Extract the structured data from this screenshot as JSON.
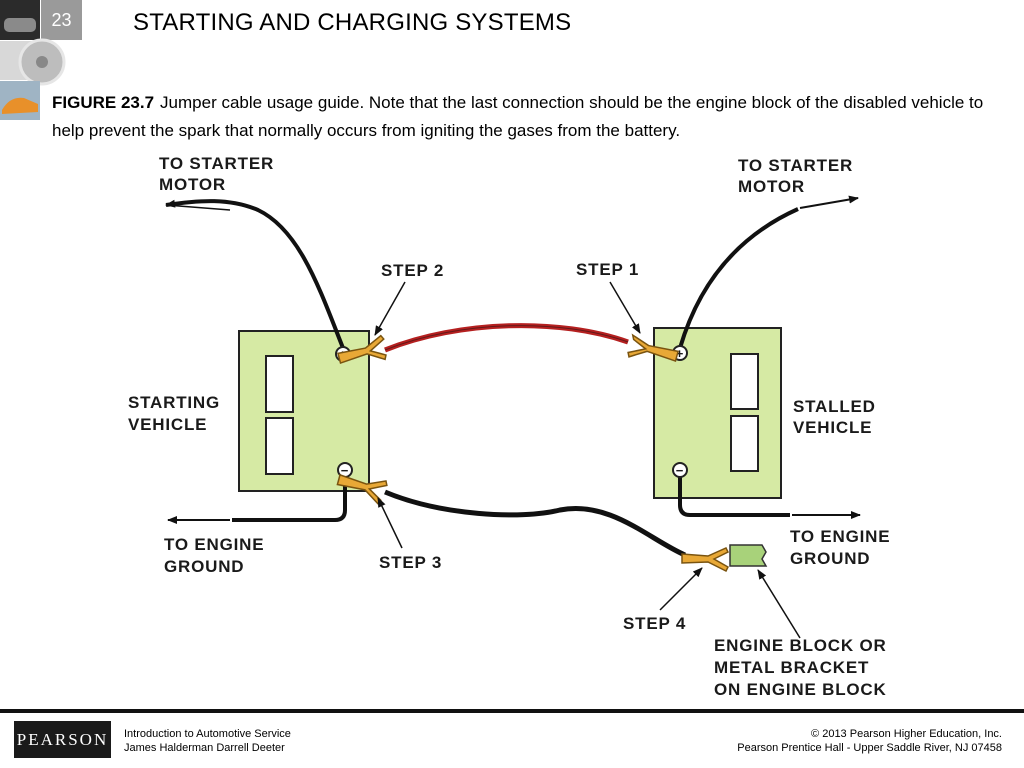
{
  "header": {
    "slide_number": "23",
    "title": "STARTING AND CHARGING SYSTEMS"
  },
  "caption": {
    "figure_label": "FIGURE 23.7",
    "text": "Jumper cable usage guide. Note that the last connection should be the engine block of the disabled vehicle to help prevent the spark that normally occurs from igniting the gases from the battery."
  },
  "diagram": {
    "labels": {
      "to_starter_left_1": "TO STARTER",
      "to_starter_left_2": "MOTOR",
      "to_starter_right_1": "TO STARTER",
      "to_starter_right_2": "MOTOR",
      "step2": "STEP 2",
      "step1": "STEP 1",
      "step3": "STEP 3",
      "step4": "STEP 4",
      "starting_1": "STARTING",
      "starting_2": "VEHICLE",
      "stalled_1": "STALLED",
      "stalled_2": "VEHICLE",
      "engine_ground_left_1": "TO ENGINE",
      "engine_ground_left_2": "GROUND",
      "engine_ground_right_1": "TO ENGINE",
      "engine_ground_right_2": "GROUND",
      "engine_block_1": "ENGINE BLOCK OR",
      "engine_block_2": "METAL BRACKET",
      "engine_block_3": "ON ENGINE BLOCK",
      "plus": "+",
      "minus": "−"
    },
    "colors": {
      "battery": "#d6eaa4",
      "clamp": "#e8a836",
      "red_cable": "#b52020",
      "black_cable": "#111111"
    }
  },
  "footer": {
    "logo": "PEARSON",
    "book_title": "Introduction to Automotive Service",
    "authors": "James Halderman  Darrell Deeter",
    "copyright": "© 2013  Pearson Higher Education, Inc.",
    "publisher": "Pearson Prentice Hall - Upper Saddle River, NJ 07458"
  }
}
